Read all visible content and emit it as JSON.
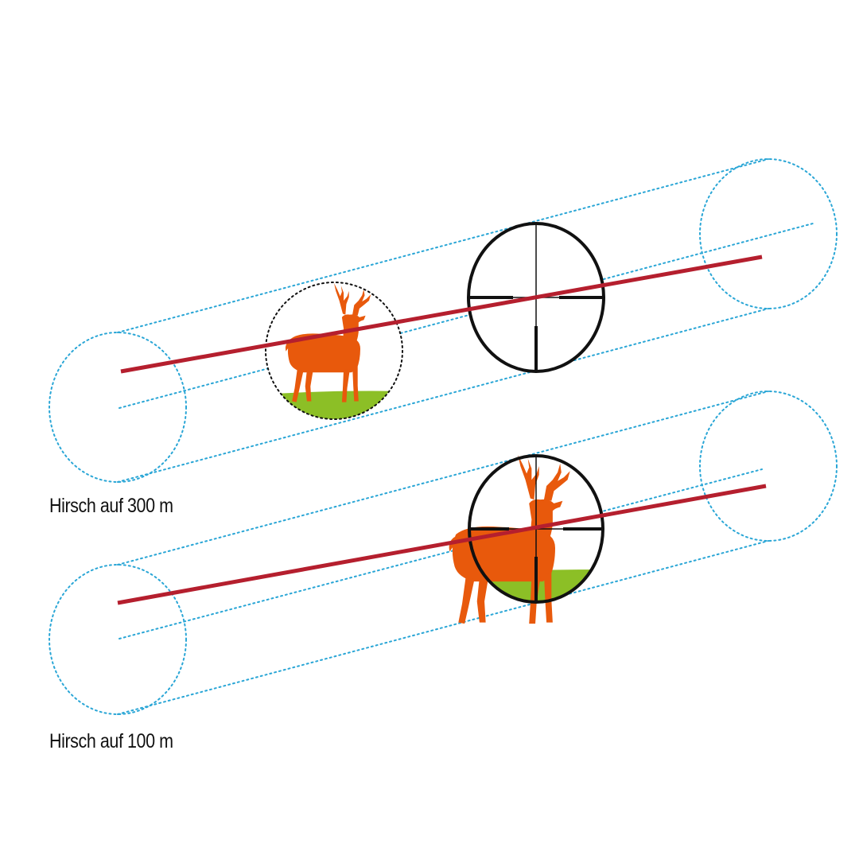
{
  "colors": {
    "background": "#ffffff",
    "tube_outline": "#2aa6d6",
    "trajectory": "#b51f2e",
    "deer": "#e8590c",
    "ground": "#8cbf26",
    "reticle": "#111111"
  },
  "icons": {
    "target": "deer-silhouette",
    "sight": "crosshair-reticle"
  },
  "scenes": [
    {
      "caption": "Hirsch auf 300 m"
    },
    {
      "caption": "Hirsch auf 100 m"
    }
  ]
}
